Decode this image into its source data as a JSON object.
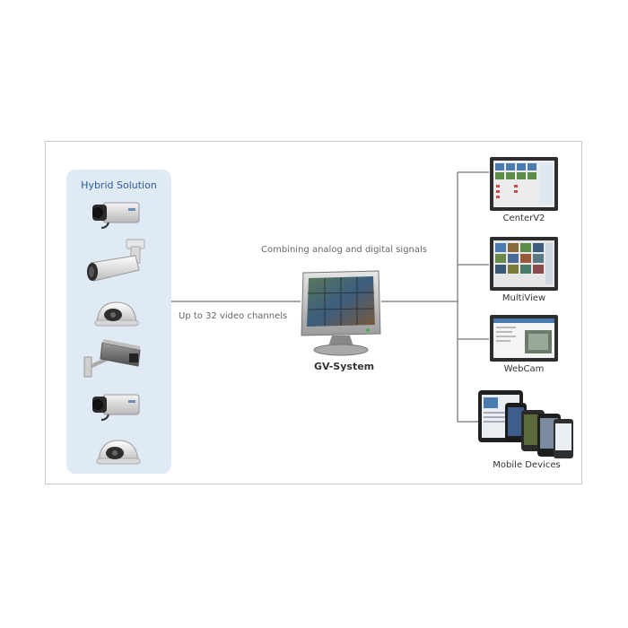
{
  "hybrid": {
    "title": "Hybrid Solution"
  },
  "labels": {
    "combining": "Combining analog and digital signals",
    "channels": "Up to 32 video channels",
    "gv_system": "GV-System"
  },
  "outputs": [
    {
      "label": "CenterV2"
    },
    {
      "label": "MultiView"
    },
    {
      "label": "WebCam"
    },
    {
      "label": "Mobile Devices"
    }
  ],
  "colors": {
    "panel": "#dfeaf5",
    "title": "#2a5d9a",
    "line": "#8a8a8a",
    "frame": "#c9c9c9"
  }
}
